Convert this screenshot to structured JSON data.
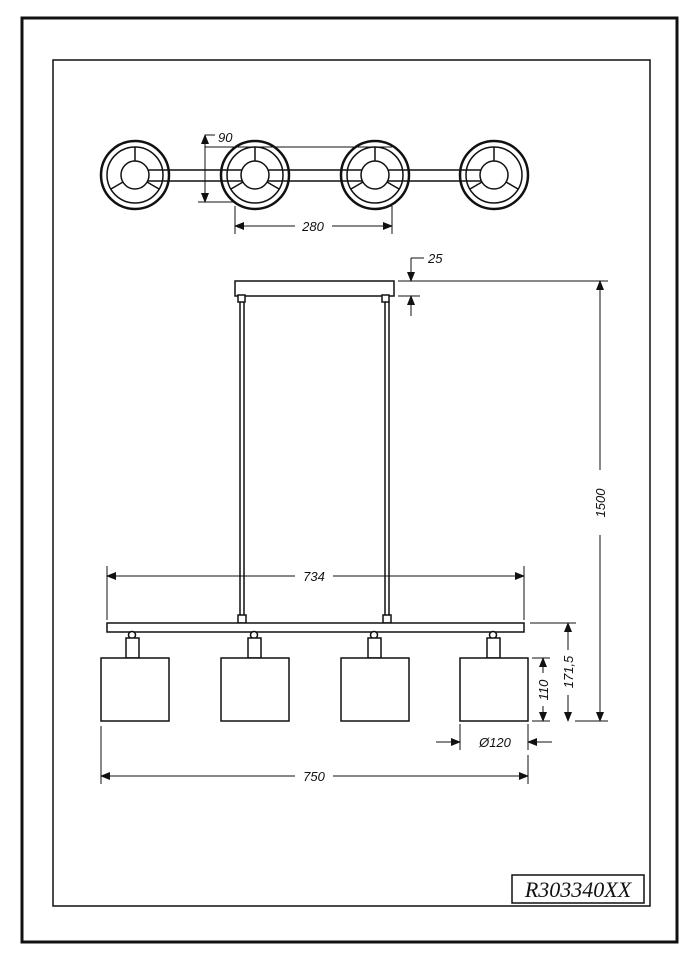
{
  "product_code": "R303340XX",
  "dimensions": {
    "shade_depth": "90",
    "shade_spacing": "280",
    "canopy_height": "25",
    "total_height": "1500",
    "bar_length": "734",
    "shade_with_holder": "171,5",
    "shade_height": "110",
    "shade_diameter": "Ø120",
    "overall_width": "750"
  }
}
